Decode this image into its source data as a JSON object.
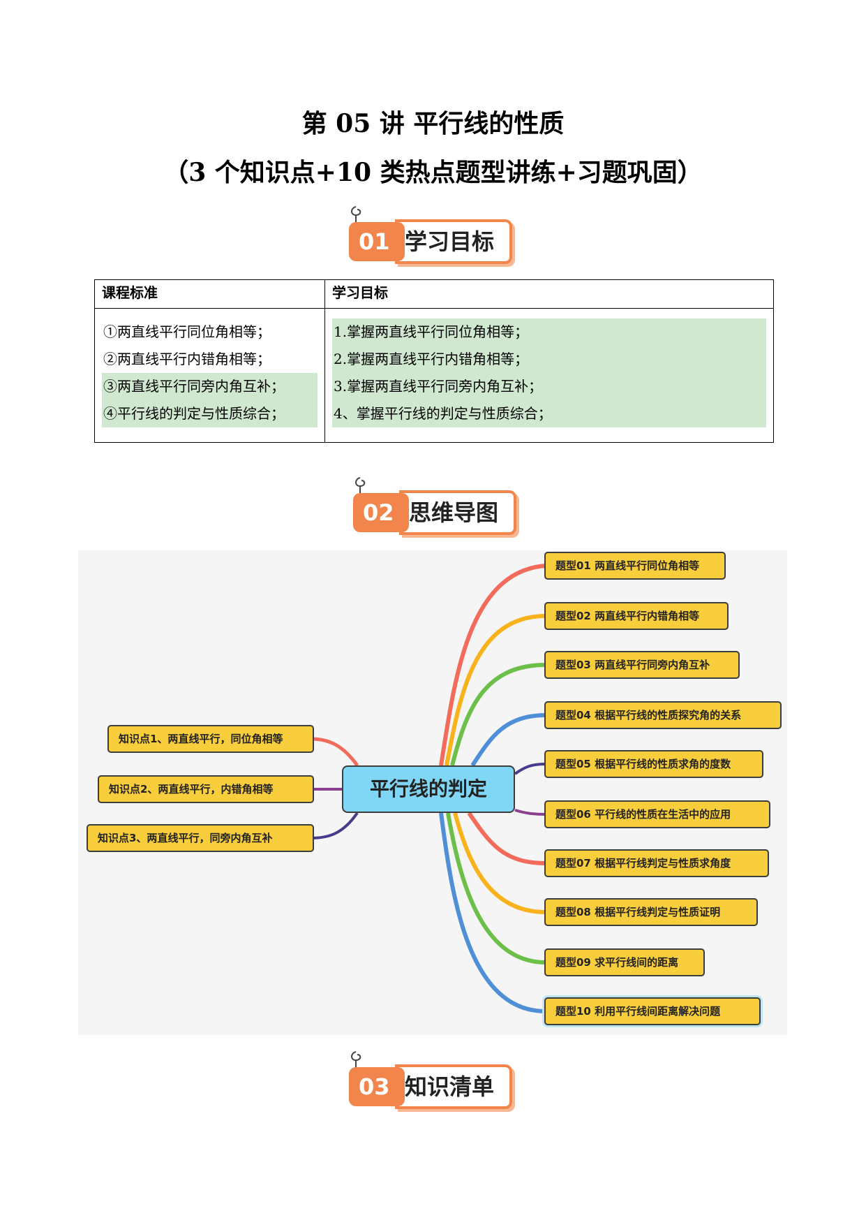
{
  "header": {
    "title": "第 05 讲  平行线的性质",
    "subtitle": "（3 个知识点+10 类热点题型讲练+习题巩固）"
  },
  "sections": [
    {
      "num": "01",
      "label": "学习目标"
    },
    {
      "num": "02",
      "label": "思维导图"
    },
    {
      "num": "03",
      "label": "知识清单"
    }
  ],
  "goals_table": {
    "headers": [
      "课程标准",
      "学习目标"
    ],
    "standards": [
      "①两直线平行同位角相等；",
      "②两直线平行内错角相等；",
      "③两直线平行同旁内角互补；",
      "④平行线的判定与性质综合；"
    ],
    "objectives": [
      "1.掌握两直线平行同位角相等；",
      "2.掌握两直线平行内错角相等；",
      "3.掌握两直线平行同旁内角互补；",
      "4、掌握平行线的判定与性质综合；"
    ]
  },
  "mindmap": {
    "center": "平行线的判定",
    "knowledge_points": [
      "知识点1、两直线平行，同位角相等",
      "知识点2、两直线平行，内错角相等",
      "知识点3、两直线平行，同旁内角互补"
    ],
    "question_types": [
      "题型01  两直线平行同位角相等",
      "题型02  两直线平行内错角相等",
      "题型03  两直线平行同旁内角互补",
      "题型04  根据平行线的性质探究角的关系",
      "题型05  根据平行线的性质求角的度数",
      "题型06  平行线的性质在生活中的应用",
      "题型07  根据平行线判定与性质求角度",
      "题型08  根据平行线判定与性质证明",
      "题型09  求平行线间的距离",
      "题型10  利用平行线间距离解决问题"
    ],
    "branch_colors": [
      "#f26b5b",
      "#f7b21c",
      "#6cc04a",
      "#4e8fd8",
      "#4a3a8c",
      "#8a3f8f"
    ]
  }
}
